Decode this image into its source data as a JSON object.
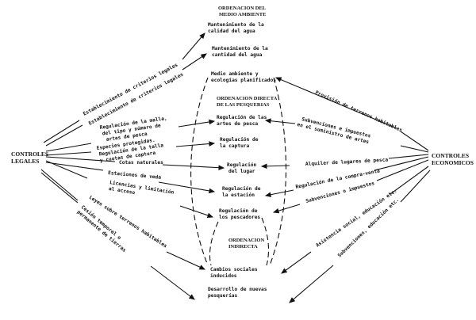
{
  "left_node": [
    "CONTROLES",
    "LEGALES"
  ],
  "right_node": [
    "CONTROLES",
    "ECONOMICOS"
  ],
  "center": {
    "environment_header": [
      "ORDENACION DEL",
      "MEDIO AMBIENTE"
    ],
    "water_quality": [
      "Mantenimiento de la",
      "calidad del agua"
    ],
    "water_quantity": [
      "Mantenimiento de la",
      "cantidad del agua"
    ],
    "planned_environment": [
      "Medio ambiente y",
      "ecologías planificados"
    ],
    "direct_header": [
      "ORDENACION DIRECTA",
      "DE LAS PESQUERIAS"
    ],
    "gear_regulation": [
      "Regulación de las",
      "artes de pesca"
    ],
    "catch_regulation": [
      "Regulación de",
      "la captura"
    ],
    "place_regulation": [
      "Regulación",
      "del lugar"
    ],
    "season_regulation": [
      "Regulación de",
      "la estación"
    ],
    "fishers_regulation": [
      "Regulación de",
      "los pescadores"
    ],
    "indirect_header": [
      "ORDENACION",
      "INDIRECTA"
    ],
    "social_change": [
      "Cambios sociales",
      "inducidos"
    ],
    "new_fisheries": [
      "Desarrollo de nuevas",
      "pesquerías"
    ]
  },
  "legal_links": {
    "criteria1": "Establecimiento de criterios legales",
    "criteria2": "Establecimiento de criterios legales",
    "mesh": [
      "Regulación de la malla,",
      "del tipo y número de",
      "artes de pesca"
    ],
    "species": [
      "Especies protegidas.",
      "Regulación de la talla",
      "y cuotas de captura"
    ],
    "natural": "Cotas naturales",
    "closed_seasons": "Estaciones de veda",
    "licences": [
      "Licencias y limitación",
      "al acceso"
    ],
    "land_laws": "Leyes sobre terrenos habitables",
    "land_cession": [
      "Cesión temporal o",
      "permanente de tierras"
    ]
  },
  "economic_links": {
    "housing": "Provisión de terrenos habitables",
    "gear_subsidy": [
      "Subvenciones e impuestos",
      "en el suministro de artes"
    ],
    "rental": "Alquiler de lugares de pesca",
    "trade": "Regulación de la compra-venta",
    "subsidies": "Subvenciones o impuestos",
    "welfare": "Asistencia social, educación etc.",
    "subsidies_edu": "Subvenciones, educación etc."
  }
}
